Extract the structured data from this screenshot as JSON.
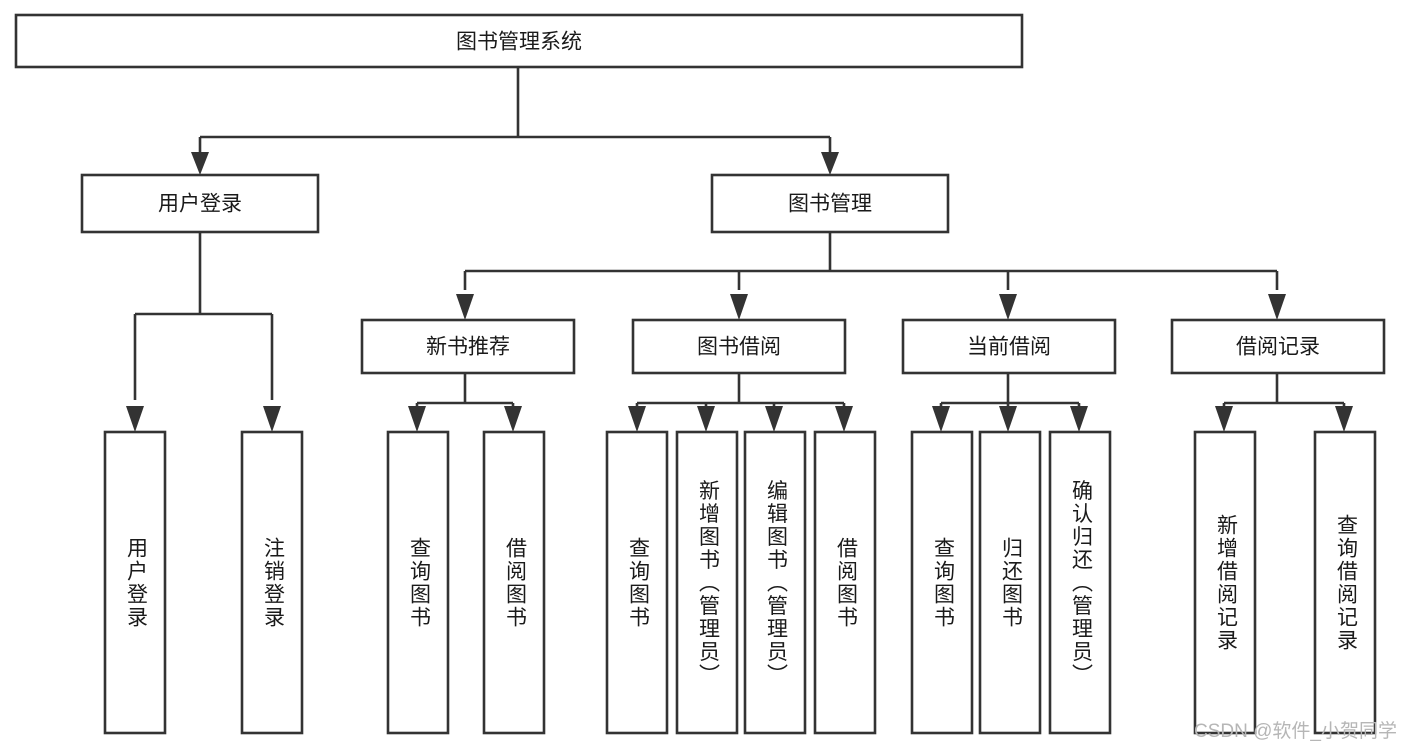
{
  "diagram": {
    "type": "tree",
    "title": "图书管理系统",
    "orientation": "top-down",
    "root": {
      "id": "root",
      "label": "图书管理系统"
    },
    "level1": [
      {
        "id": "user-login",
        "label": "用户登录"
      },
      {
        "id": "book-management",
        "label": "图书管理"
      }
    ],
    "level2": [
      {
        "id": "new-book-recommend",
        "label": "新书推荐",
        "parent": "book-management"
      },
      {
        "id": "book-borrow",
        "label": "图书借阅",
        "parent": "book-management"
      },
      {
        "id": "current-borrow",
        "label": "当前借阅",
        "parent": "book-management"
      },
      {
        "id": "borrow-record",
        "label": "借阅记录",
        "parent": "book-management"
      }
    ],
    "leaves": {
      "user-login": [
        {
          "id": "leaf-user-login",
          "label": "用户登录"
        },
        {
          "id": "leaf-user-logout",
          "label": "注销登录"
        }
      ],
      "new-book-recommend": [
        {
          "id": "leaf-query-book-1",
          "label": "查询图书"
        },
        {
          "id": "leaf-borrow-book-1",
          "label": "借阅图书"
        }
      ],
      "book-borrow": [
        {
          "id": "leaf-query-book-2",
          "label": "查询图书"
        },
        {
          "id": "leaf-add-book",
          "label": "新增图书（管理员）"
        },
        {
          "id": "leaf-edit-book",
          "label": "编辑图书（管理员）"
        },
        {
          "id": "leaf-borrow-book-2",
          "label": "借阅图书"
        }
      ],
      "current-borrow": [
        {
          "id": "leaf-query-book-3",
          "label": "查询图书"
        },
        {
          "id": "leaf-return-book",
          "label": "归还图书"
        },
        {
          "id": "leaf-confirm-return",
          "label": "确认归还（管理员）"
        }
      ],
      "borrow-record": [
        {
          "id": "leaf-add-record",
          "label": "新增借阅记录"
        },
        {
          "id": "leaf-query-record",
          "label": "查询借阅记录"
        }
      ]
    },
    "colors": {
      "stroke": "#333333",
      "node_fill": "#ffffff",
      "text": "#1a1a1a",
      "background": "#ffffff",
      "watermark": "#b6b6b6"
    }
  },
  "watermark": {
    "text": "CSDN @软件_小贺同学"
  }
}
